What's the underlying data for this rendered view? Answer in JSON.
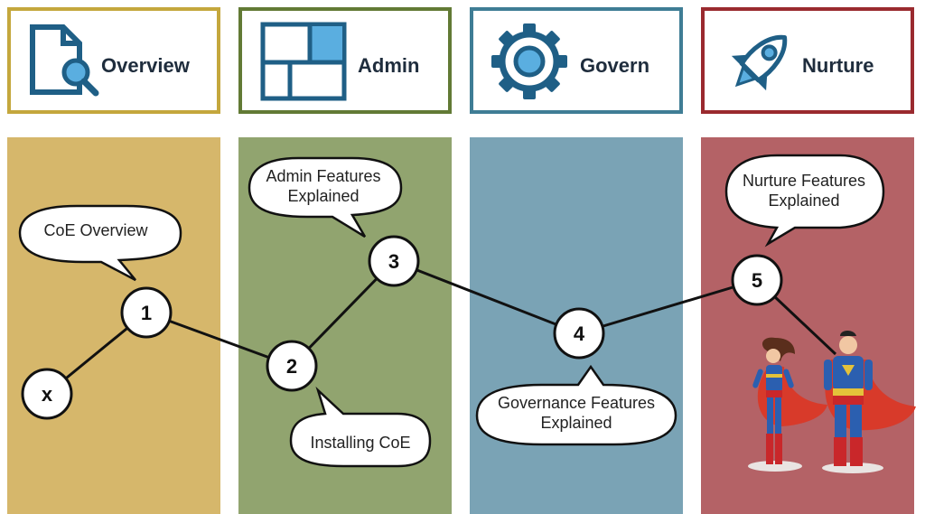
{
  "headers": [
    {
      "label": "Overview",
      "icon": "document-search-icon",
      "border_color": "#c4a73d"
    },
    {
      "label": "Admin",
      "icon": "layout-grid-icon",
      "border_color": "#627a35"
    },
    {
      "label": "Govern",
      "icon": "gear-icon",
      "border_color": "#3f7d95"
    },
    {
      "label": "Nurture",
      "icon": "rocket-icon",
      "border_color": "#9a2a2f"
    }
  ],
  "column_colors": [
    "#d6b76b",
    "#91a46f",
    "#7aa3b5",
    "#b46266"
  ],
  "nodes": [
    {
      "id": "x",
      "label": "x"
    },
    {
      "id": "1",
      "label": "1"
    },
    {
      "id": "2",
      "label": "2"
    },
    {
      "id": "3",
      "label": "3"
    },
    {
      "id": "4",
      "label": "4"
    },
    {
      "id": "5",
      "label": "5"
    }
  ],
  "callouts": {
    "coe_overview": {
      "lines": [
        "CoE Overview"
      ]
    },
    "installing_coe": {
      "lines": [
        "Installing CoE"
      ]
    },
    "admin_features": {
      "lines": [
        "Admin Features",
        "Explained"
      ]
    },
    "governance_features": {
      "lines": [
        "Governance Features",
        "Explained"
      ]
    },
    "nurture_features": {
      "lines": [
        "Nurture Features",
        "Explained"
      ]
    }
  },
  "icon_color": "#1f5f86",
  "icon_accent": "#5aaee0",
  "illustration": "superheroes-illustration"
}
